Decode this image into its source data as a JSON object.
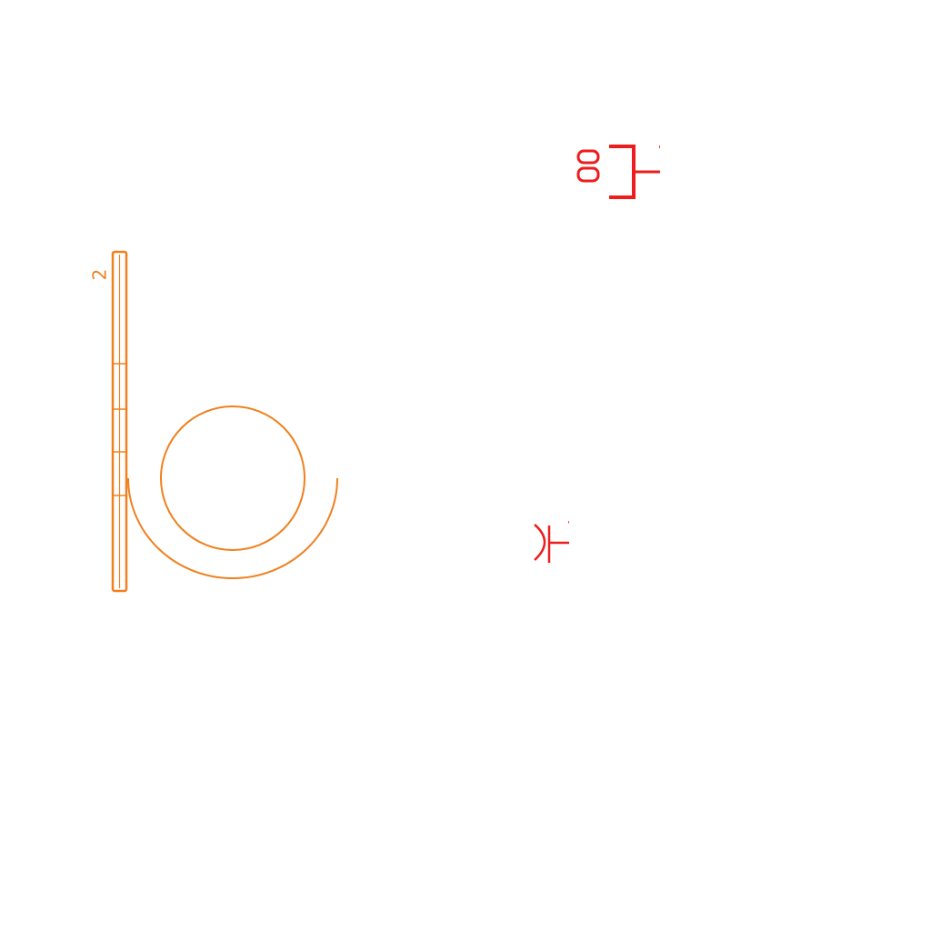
{
  "drawing": {
    "colors": {
      "background": "#ffffff",
      "primary": "#f0801e",
      "annotation": "#ee1c1c"
    },
    "wall": {
      "label": "2"
    },
    "table": {
      "shape": "round",
      "count": 1
    },
    "annotation_top": {
      "label": "8",
      "mark": "'"
    },
    "annotation_bottom": {
      "mark": "'"
    }
  }
}
